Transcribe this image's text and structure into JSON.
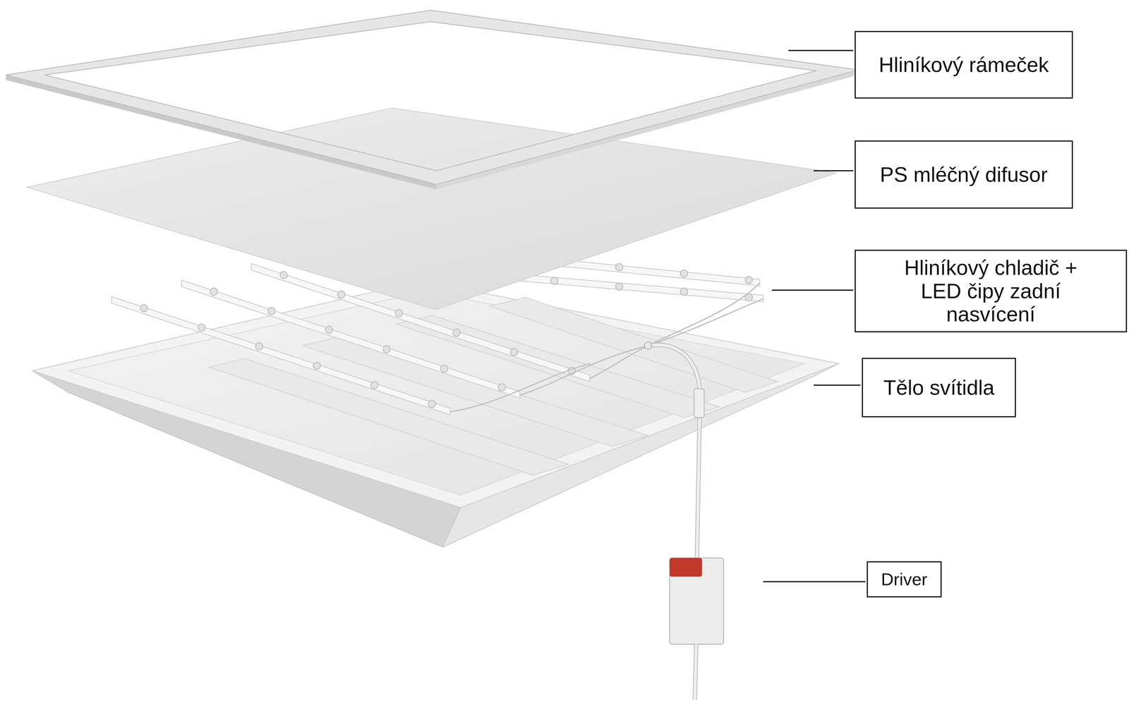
{
  "diagram": {
    "nodes": [
      {
        "text": [
          "Hliníkový rámeček"
        ]
      },
      {
        "text": [
          "PS mléčný difusor"
        ]
      },
      {
        "text": [
          "Hliníkový chladič + LED čipy zadní nasvícení"
        ]
      },
      {
        "text": [
          "Tělo svítidla"
        ]
      },
      {
        "text": [
          "Driver"
        ]
      }
    ]
  }
}
